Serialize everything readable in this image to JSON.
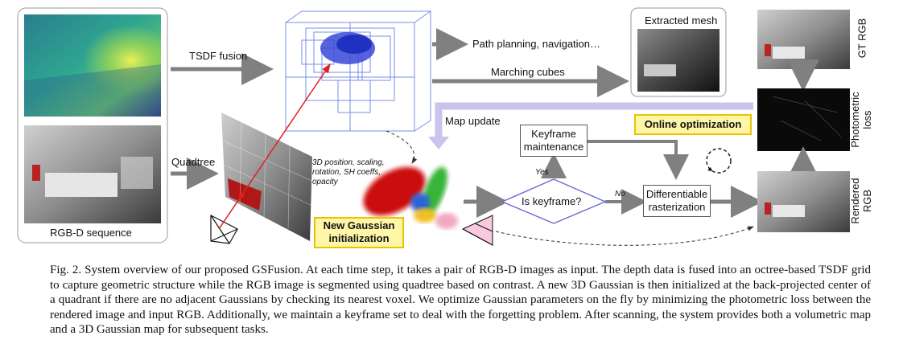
{
  "figure": {
    "labels": {
      "rgbd_sequence": "RGB-D sequence",
      "tsdf_fusion": "TSDF fusion",
      "quadtree": "Quadtree",
      "path_planning": "Path planning, navigation…",
      "marching_cubes": "Marching cubes",
      "extracted_mesh": "Extracted mesh",
      "map_update": "Map update",
      "gaussian_params": [
        "3D position, scaling,",
        "rotation, SH coeffs,",
        "opacity"
      ],
      "new_gaussian_init": [
        "New Gaussian",
        "initialization"
      ],
      "keyframe_maintenance": [
        "Keyframe",
        "maintenance"
      ],
      "is_keyframe": "Is keyframe?",
      "yes": "Yes",
      "no": "No",
      "differentiable_rasterization": [
        "Differentiable",
        "rasterization"
      ],
      "online_optimization": "Online optimization",
      "gt_rgb": "GT RGB",
      "photometric_loss": [
        "Photometric",
        "loss"
      ],
      "rendered_rgb": [
        "Rendered",
        "RGB"
      ]
    },
    "colors": {
      "arrow": "#808080",
      "highlight_fill": "#fff6a8",
      "highlight_border": "#e8c400",
      "map_update_arrow": "#c9c3ee",
      "ray": "#e02020"
    }
  },
  "caption": {
    "text": "Fig. 2. System overview of our proposed GSFusion. At each time step, it takes a pair of RGB-D images as input. The depth data is fused into an octree-based TSDF grid to capture geometric structure while the RGB image is segmented using quadtree based on contrast. A new 3D Gaussian is then initialized at the back-projected center of a quadrant if there are no adjacent Gaussians by checking its nearest voxel. We optimize Gaussian parameters on the fly by minimizing the photometric loss between the rendered image and input RGB. Additionally, we maintain a keyframe set to deal with the forgetting problem. After scanning, the system provides both a volumetric map and a 3D Gaussian map for subsequent tasks."
  }
}
